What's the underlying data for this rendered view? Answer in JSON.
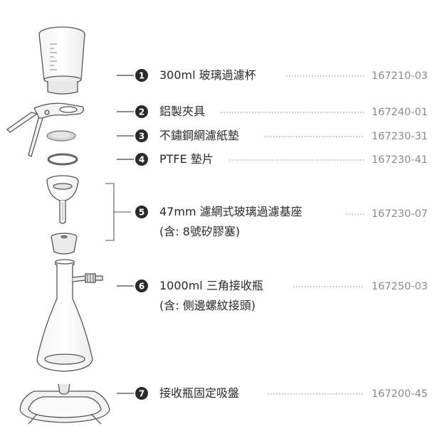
{
  "parts": [
    {
      "num": "1",
      "name": "300ml 玻璃過濾杯",
      "code": "167210-03"
    },
    {
      "num": "2",
      "name": "鋁製夾具",
      "code": "167240-01"
    },
    {
      "num": "3",
      "name": "不鏽鋼網濾紙墊",
      "code": "167230-31"
    },
    {
      "num": "4",
      "name": "PTFE 墊片",
      "code": "167230-41"
    },
    {
      "num": "5",
      "name": "47mm 濾網式玻璃過濾基座",
      "sub": "(含: 8號矽膠塞)",
      "code": "167230-07"
    },
    {
      "num": "6",
      "name": "1000ml 三角接收瓶",
      "sub": "(含: 側邊螺紋接頭)",
      "code": "167250-03"
    },
    {
      "num": "7",
      "name": "接收瓶固定吸盤",
      "code": "167200-45"
    }
  ]
}
